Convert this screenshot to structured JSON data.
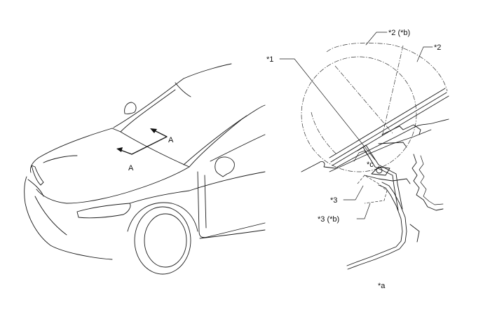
{
  "callouts": {
    "view_a_1": "A",
    "view_a_2": "A",
    "part1": "*1",
    "part2": "*2",
    "part2b": "*2 (*b)",
    "part3": "*3",
    "part3b": "*3 (*b)",
    "pointc": "*c",
    "viewa": "*a"
  }
}
